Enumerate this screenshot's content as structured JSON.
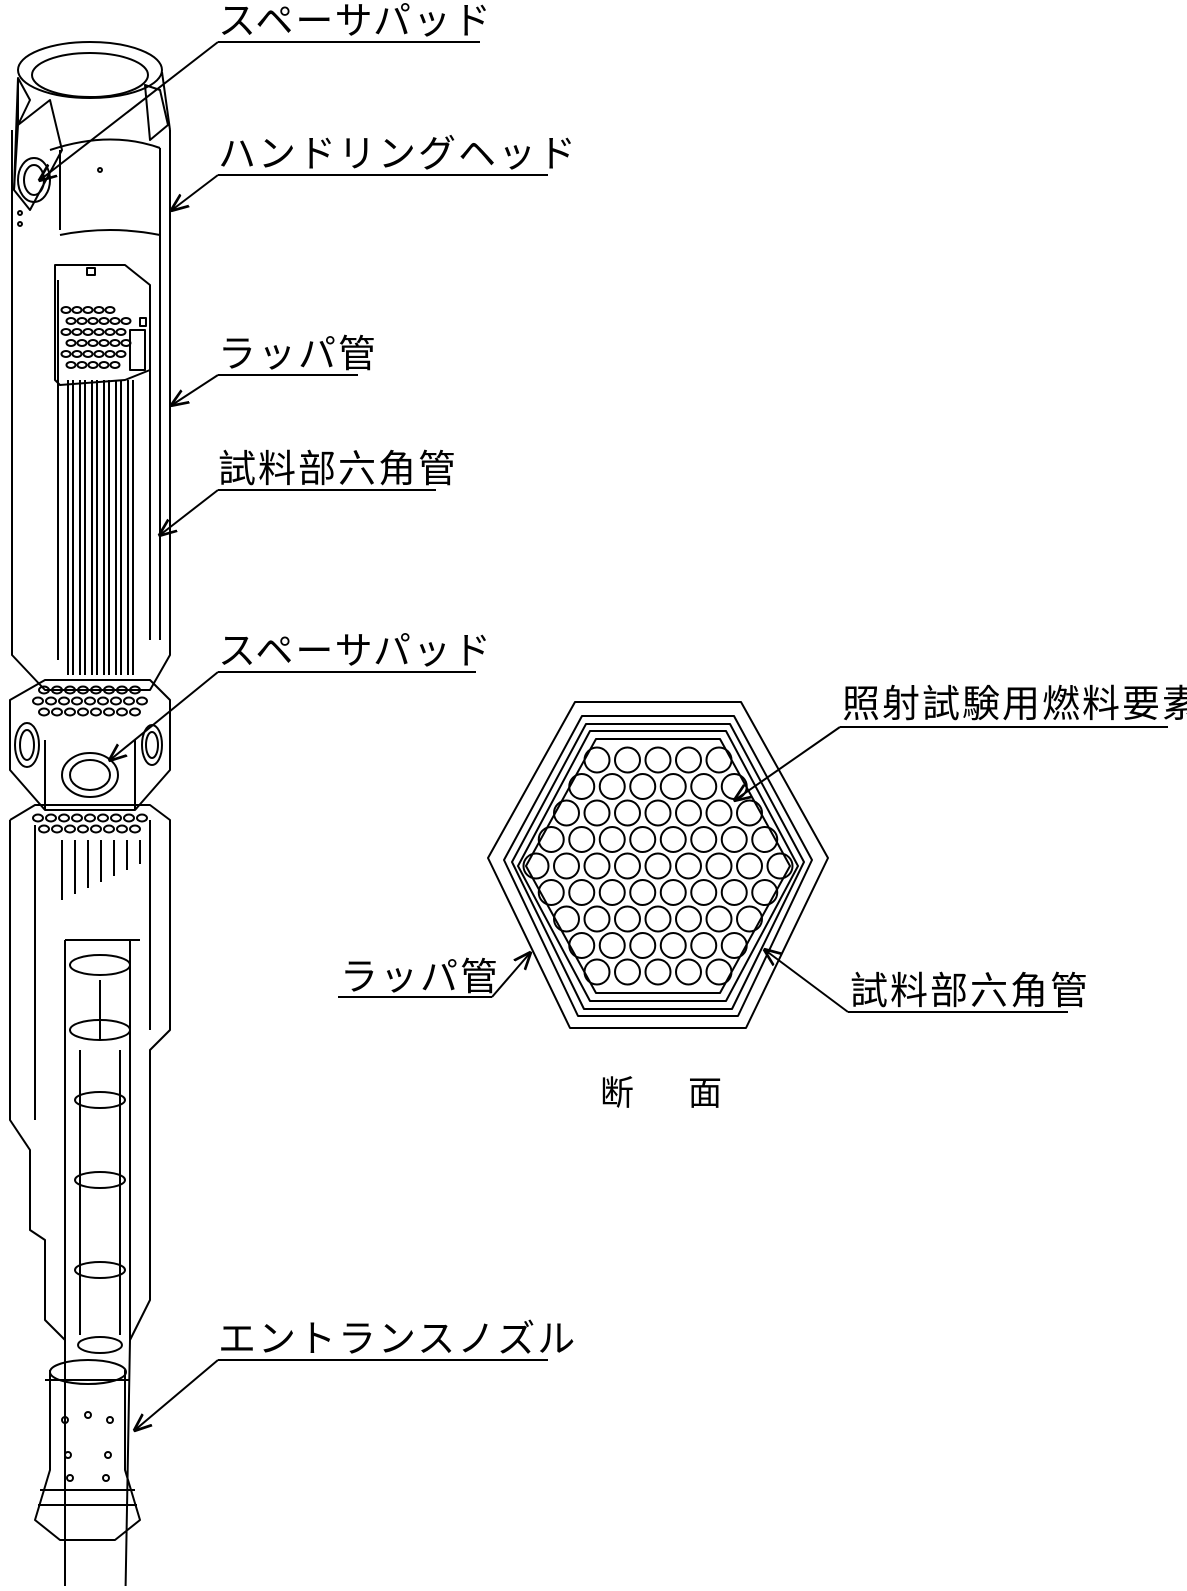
{
  "assembly": {
    "labels": {
      "spacer_pad_top": "スペーサパッド",
      "handling_head": "ハンドリングヘッド",
      "wrapper_tube": "ラッパ管",
      "sample_hex_tube": "試料部六角管",
      "spacer_pad_mid": "スペーサパッド",
      "entrance_nozzle": "エントランスノズル"
    }
  },
  "cross_section": {
    "caption_left": "断",
    "caption_right": "面",
    "labels": {
      "fuel_element": "照射試験用燃料要素",
      "wrapper_tube": "ラッパ管",
      "sample_hex_tube": "試料部六角管"
    },
    "pin_rows": [
      5,
      6,
      7,
      8,
      9,
      8,
      7,
      6,
      5
    ]
  },
  "colors": {
    "line": "#000000",
    "background": "#ffffff"
  }
}
